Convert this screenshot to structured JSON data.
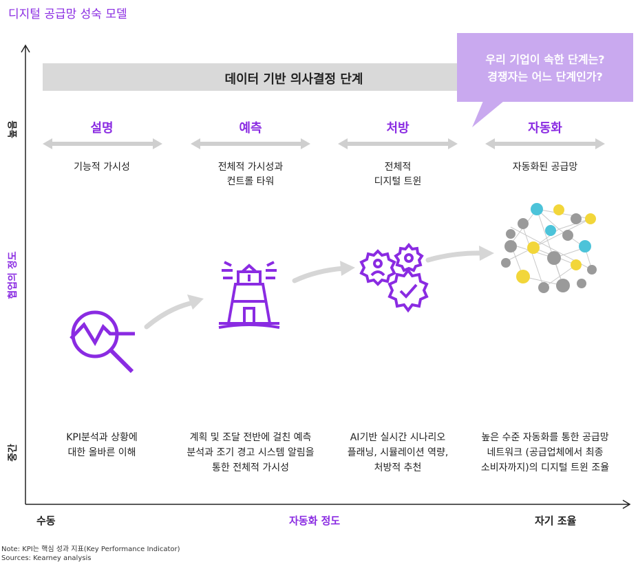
{
  "title": "디지털 공급망 성숙 모델",
  "banner": {
    "label": "데이터 기반 의사결정 단계"
  },
  "callout": {
    "text": "우리 기업이 속한 단계는?\n경쟁자는 어느 단계인가?"
  },
  "y_axis": {
    "label": "협업의 정도",
    "high": "높음",
    "mid": "중간"
  },
  "x_axis": {
    "label": "자동화 정도",
    "left": "수동",
    "right": "자기 조율"
  },
  "stages": [
    {
      "title": "설명",
      "desc": "기능적 가시성",
      "detail": "KPI분석과 상황에\n대한 올바른 이해",
      "icon": "analytics-magnifier-icon"
    },
    {
      "title": "예측",
      "desc": "전체적 가시성과\n컨트롤 타워",
      "detail": "계획 및 조달 전반에 걸친 예측\n분석과 조기 경고 시스템 알림을\n통한 전체적 가시성",
      "icon": "lighthouse-icon"
    },
    {
      "title": "처방",
      "desc": "전체적\n디지털 트윈",
      "detail": "AI기반 실시간 시나리오\n플래닝, 시뮬레이션 역량,\n처방적 추천",
      "icon": "gears-icon"
    },
    {
      "title": "자동화",
      "desc": "자동화된 공급망",
      "detail": "높은 수준 자동화를 통한 공급망\n네트워크 (공급업체에서 최종\n소비자까지)의 디지털 트윈 조율",
      "icon": "network-icon"
    }
  ],
  "notes": {
    "note": "Note: KPI는 핵심 성과 지표(Key Performance Indicator)",
    "sources": "Sources: Kearney analysis"
  },
  "colors": {
    "accent": "#8a2be2",
    "banner": "#d9d9d9",
    "callout": "#c9a9ef",
    "arrow": "#d6d6d6"
  }
}
